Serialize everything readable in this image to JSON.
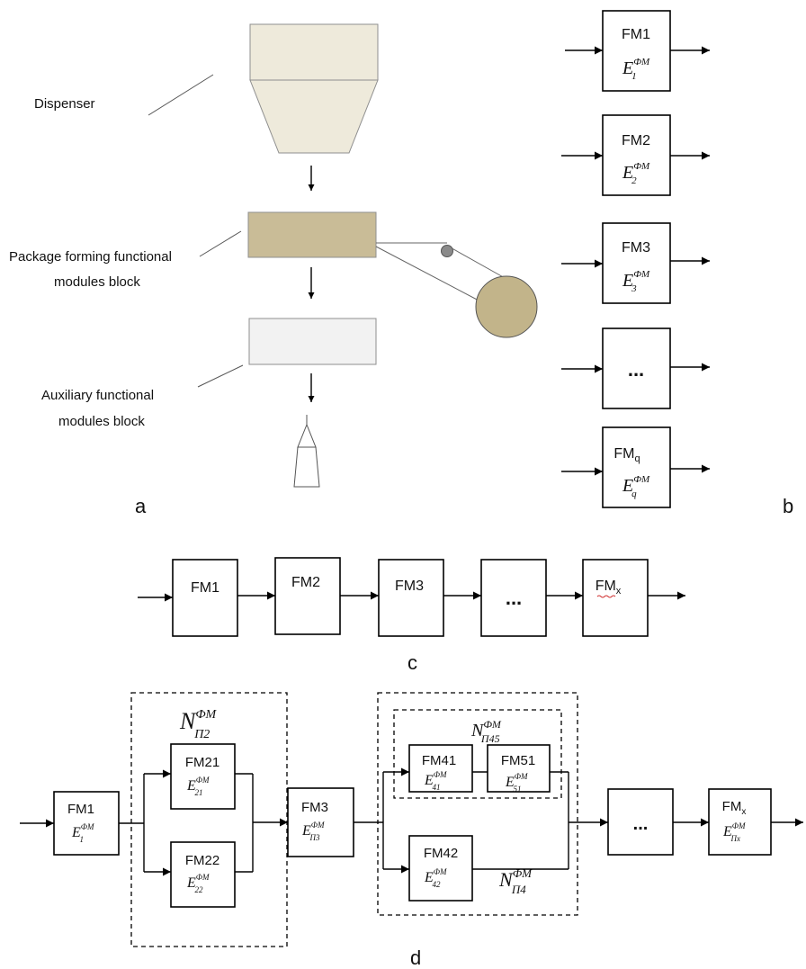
{
  "panel_a": {
    "dispenser_label": "Dispenser",
    "package_label_line1": "Package forming functional",
    "package_label_line2": "modules block",
    "auxiliary_label_line1": "Auxiliary functional",
    "auxiliary_label_line2": "modules block",
    "caption": "a",
    "colors": {
      "dispenser": "#eeeadb",
      "package_block": "#c9bc97",
      "roll": "#c2b48a",
      "auxiliary_block": "#f2f2f2"
    }
  },
  "panel_b": {
    "caption": "b",
    "modules": [
      {
        "name": "FM1",
        "sub": "",
        "energy_base": "E",
        "energy_sup": "ФМ",
        "energy_sub": "1"
      },
      {
        "name": "FM2",
        "sub": "",
        "energy_base": "E",
        "energy_sup": "ФМ",
        "energy_sub": "2"
      },
      {
        "name": "FM3",
        "sub": "",
        "energy_base": "E",
        "energy_sup": "ФМ",
        "energy_sub": "3"
      },
      {
        "name": "...",
        "sub": "",
        "energy_base": "",
        "energy_sup": "",
        "energy_sub": ""
      },
      {
        "name": "FM",
        "sub": "q",
        "energy_base": "E",
        "energy_sup": "ФМ",
        "energy_sub": "q"
      }
    ]
  },
  "panel_c": {
    "caption": "c",
    "modules": [
      {
        "name": "FM1",
        "sub": ""
      },
      {
        "name": "FM2",
        "sub": ""
      },
      {
        "name": "FM3",
        "sub": ""
      },
      {
        "name": "...",
        "sub": ""
      },
      {
        "name": "FM",
        "sub": "x"
      }
    ]
  },
  "panel_d": {
    "caption": "d",
    "fm1": {
      "name": "FM1",
      "e_sup": "ФМ",
      "e_sub": "1"
    },
    "fm21": {
      "name": "FM21",
      "e_sup": "ФМ",
      "e_sub": "21"
    },
    "fm22": {
      "name": "FM22",
      "e_sup": "ФМ",
      "e_sub": "22"
    },
    "fm3": {
      "name": "FM3",
      "e_sup": "ФМ",
      "e_sub": "П3"
    },
    "fm41": {
      "name": "FM41",
      "e_sup": "ФМ",
      "e_sub": "41"
    },
    "fm51": {
      "name": "FM51",
      "e_sup": "ФМ",
      "e_sub": "51"
    },
    "fm42": {
      "name": "FM42",
      "e_sup": "ФМ",
      "e_sub": "42"
    },
    "dots": {
      "name": "..."
    },
    "fmx": {
      "name": "FM",
      "sub": "x",
      "e_sup": "ФМ",
      "e_sub": "Пx"
    },
    "group_p2": {
      "base": "N",
      "sup": "ФМ",
      "sub": "П2"
    },
    "group_p45": {
      "base": "N",
      "sup": "ФМ",
      "sub": "П45"
    },
    "group_p4": {
      "base": "N",
      "sup": "ФМ",
      "sub": "П4"
    }
  }
}
